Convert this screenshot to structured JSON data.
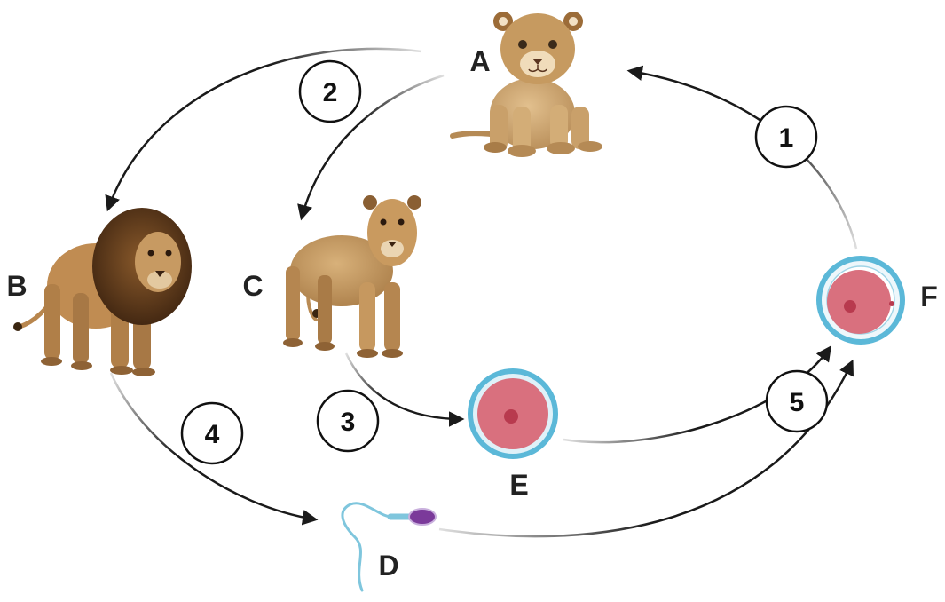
{
  "labels": {
    "A": "A",
    "B": "B",
    "C": "C",
    "D": "D",
    "E": "E",
    "F": "F"
  },
  "steps": [
    "1",
    "2",
    "3",
    "4",
    "5"
  ],
  "nodes": {
    "A": "lion-cub",
    "B": "adult-male-lion",
    "C": "adult-lioness",
    "D": "sperm-cell",
    "E": "egg-cell",
    "F": "zygote"
  },
  "colors": {
    "arrow": "#1a1a1a",
    "arrow_fade": "#d9d9d9",
    "cell_membrane": "#5bb8d8",
    "cell_cytoplasm": "#d9707e",
    "cell_nucleus": "#b83a4e",
    "lion_fur": "#c99a5a",
    "lion_mane": "#6b3f1c",
    "sperm_head": "#7b3a9a",
    "sperm_tail": "#7fc6dd"
  }
}
